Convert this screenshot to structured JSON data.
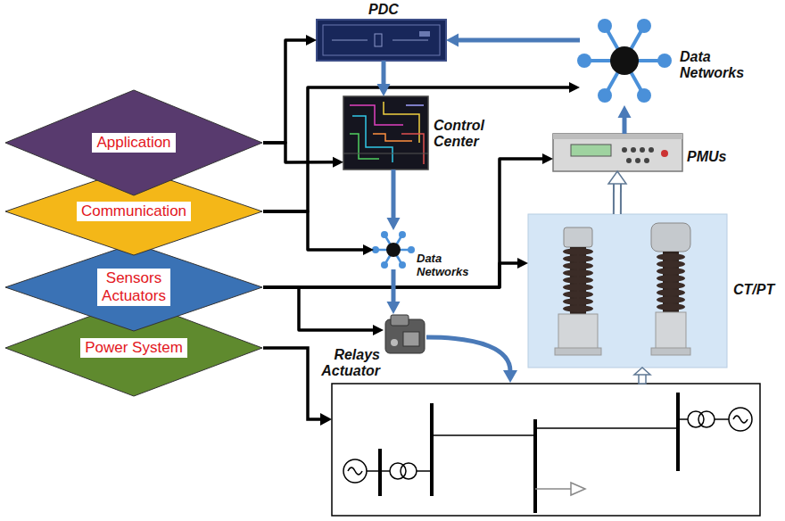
{
  "diagram": {
    "nodes": [
      {
        "text": [
          "Application"
        ]
      },
      {
        "text": [
          "Communication"
        ]
      },
      {
        "text": [
          "Sensors Actuators"
        ]
      },
      {
        "text": [
          "Power System"
        ]
      },
      {
        "text": [
          "PDC"
        ]
      },
      {
        "text": [
          "Data Networks"
        ]
      },
      {
        "text": [
          "Control Center"
        ]
      },
      {
        "text": [
          "PMUs"
        ]
      },
      {
        "text": [
          "Data Networks"
        ]
      },
      {
        "text": [
          "CT/PT"
        ]
      },
      {
        "text": [
          "Relays Actuator"
        ]
      }
    ],
    "edges": [
      {
        "from": 0,
        "to": 4,
        "arrow": "to"
      },
      {
        "from": 0,
        "to": 6,
        "arrow": "to"
      },
      {
        "from": 1,
        "to": 5,
        "arrow": "to"
      },
      {
        "from": 1,
        "to": 8,
        "arrow": "to"
      },
      {
        "from": 2,
        "to": 7,
        "arrow": "to"
      },
      {
        "from": 2,
        "to": 9,
        "arrow": "to"
      },
      {
        "from": 2,
        "to": 10,
        "arrow": "to"
      },
      {
        "from": 5,
        "to": 4,
        "arrow": "to"
      },
      {
        "from": 4,
        "to": 6,
        "arrow": "to"
      },
      {
        "from": 6,
        "to": 8,
        "arrow": "to"
      },
      {
        "from": 8,
        "to": 10,
        "arrow": "to"
      },
      {
        "from": 7,
        "to": 5,
        "arrow": "to"
      },
      {
        "from": 9,
        "to": 7,
        "arrow": "to"
      }
    ]
  }
}
